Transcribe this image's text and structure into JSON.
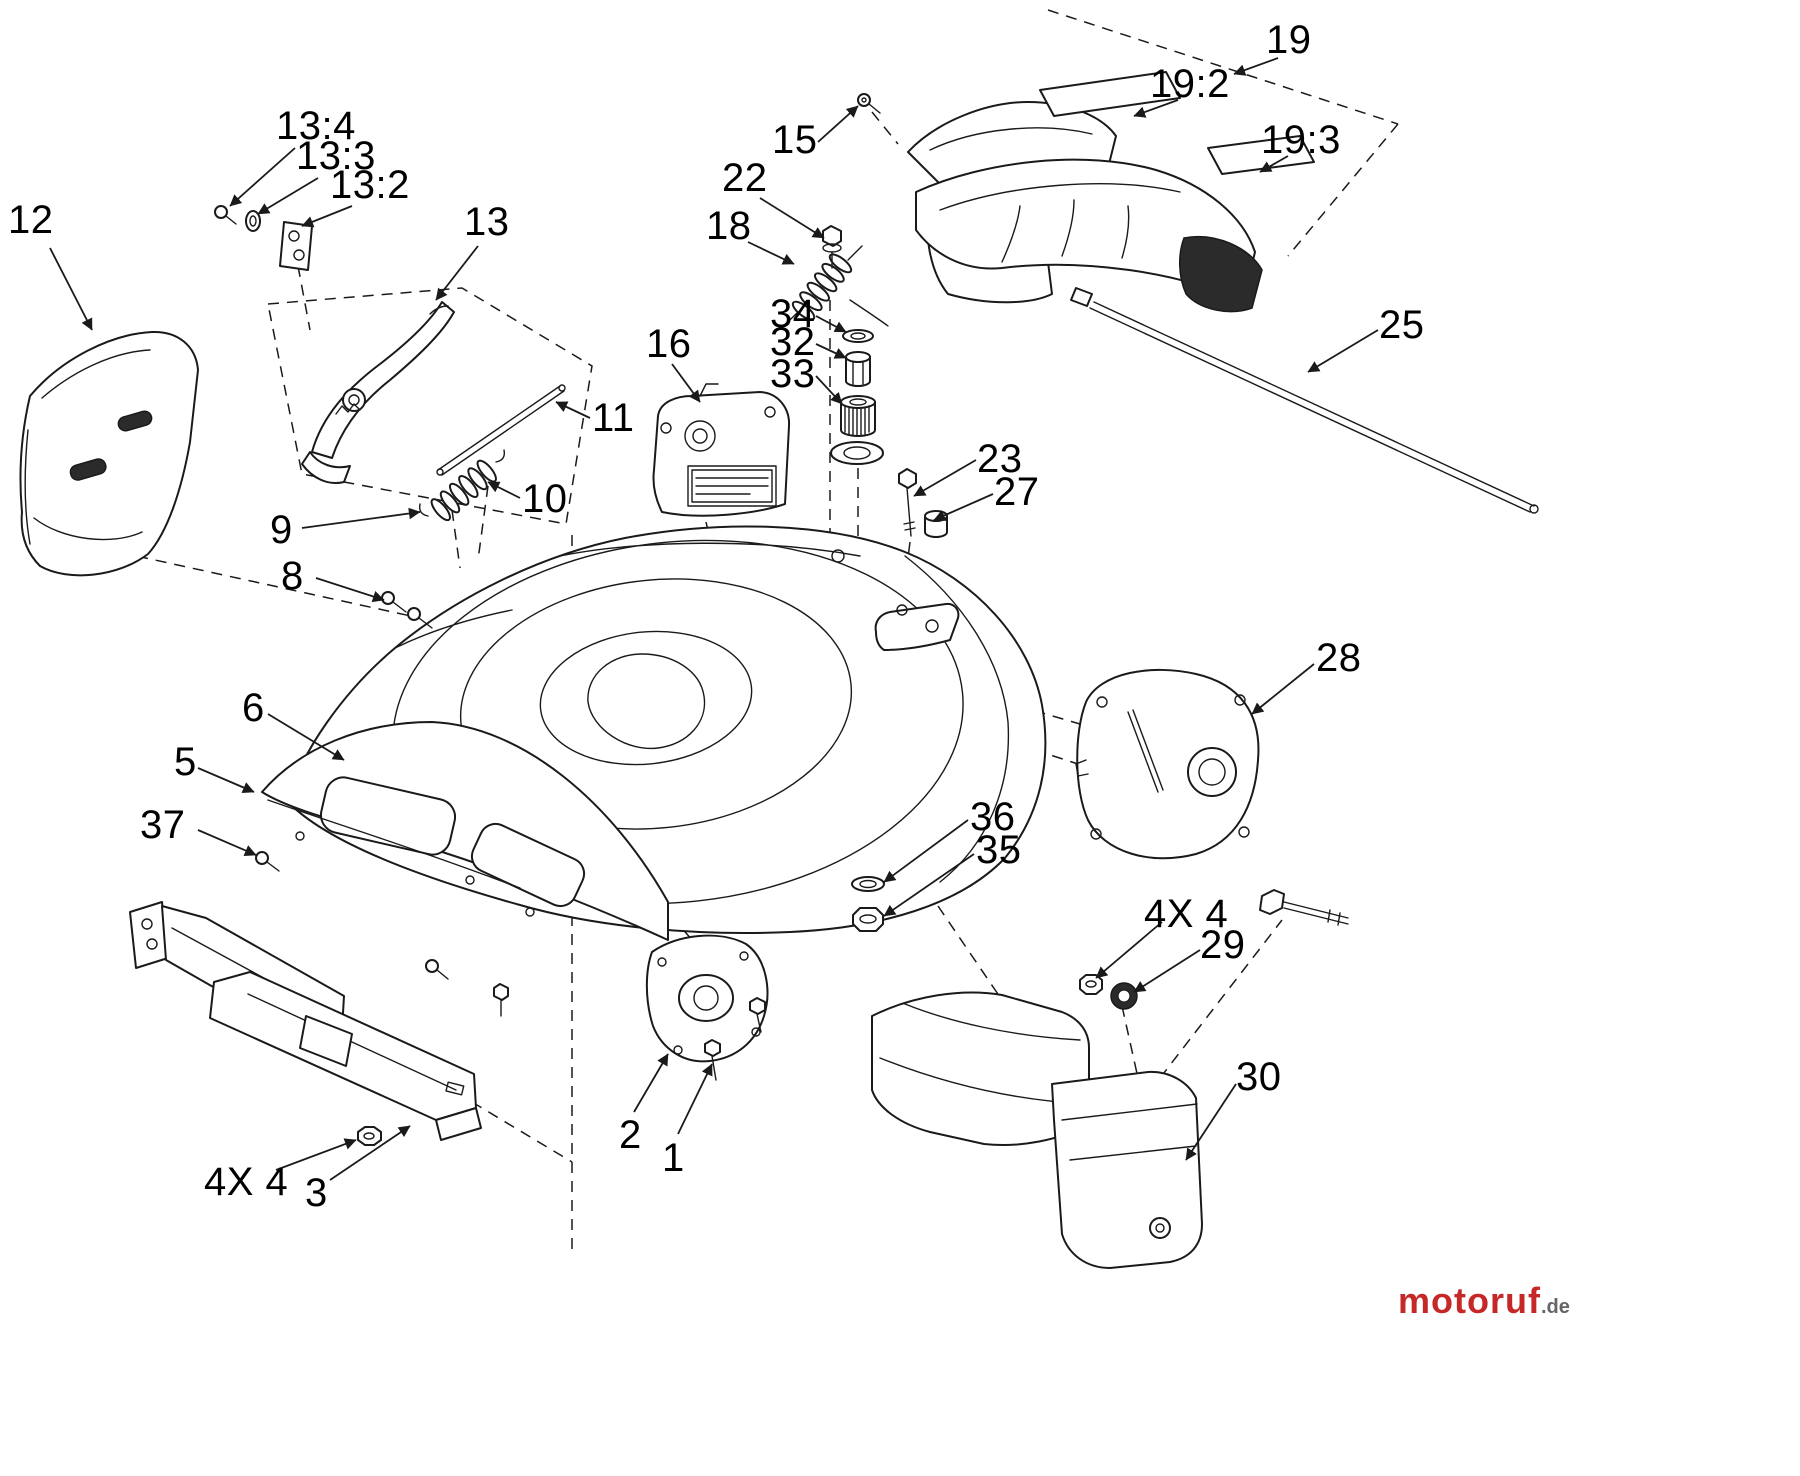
{
  "diagram": {
    "background_color": "#ffffff",
    "line_color": "#1a1a1a",
    "callouts": [
      {
        "label": "12"
      },
      {
        "label": "13:4"
      },
      {
        "label": "13:3"
      },
      {
        "label": "13:2"
      },
      {
        "label": "13"
      },
      {
        "label": "15"
      },
      {
        "label": "22"
      },
      {
        "label": "18"
      },
      {
        "label": "34"
      },
      {
        "label": "32"
      },
      {
        "label": "33"
      },
      {
        "label": "16"
      },
      {
        "label": "11"
      },
      {
        "label": "10"
      },
      {
        "label": "9"
      },
      {
        "label": "8"
      },
      {
        "label": "19"
      },
      {
        "label": "19:2"
      },
      {
        "label": "19:3"
      },
      {
        "label": "25"
      },
      {
        "label": "23"
      },
      {
        "label": "27"
      },
      {
        "label": "28"
      },
      {
        "label": "6"
      },
      {
        "label": "5"
      },
      {
        "label": "37"
      },
      {
        "label": "36"
      },
      {
        "label": "35"
      },
      {
        "label": "4X 4"
      },
      {
        "label": "29"
      },
      {
        "label": "30"
      },
      {
        "label": "2"
      },
      {
        "label": "1"
      },
      {
        "label": "4X 4"
      },
      {
        "label": "3"
      }
    ],
    "watermark": {
      "brand": "motoruf",
      "tld": ".de",
      "brand_color": "#c62828",
      "tld_color": "#666666"
    }
  }
}
